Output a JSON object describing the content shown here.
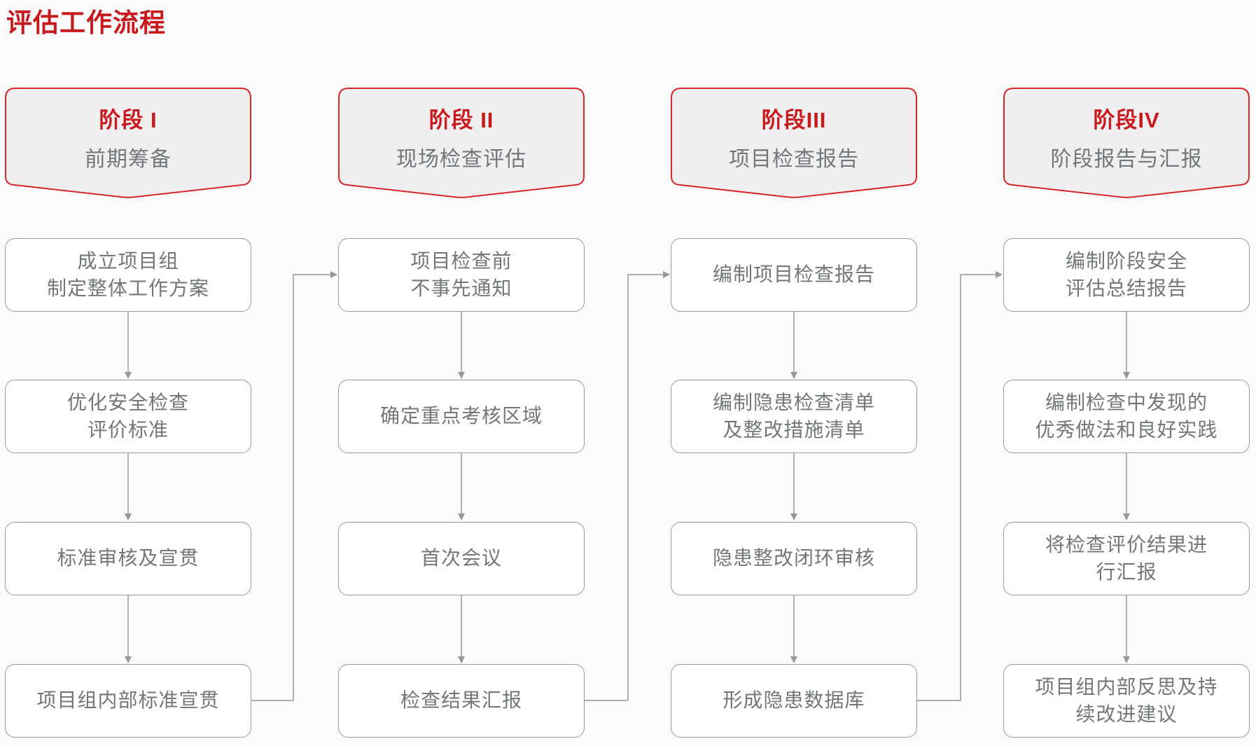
{
  "page": {
    "title": "评估工作流程"
  },
  "colors": {
    "accent_red": "#c8191f",
    "banner_border": "#d7262c",
    "banner_fill": "#efefef",
    "box_border": "#9a9a9d",
    "text_gray": "#757679",
    "arrow_gray": "#98989b",
    "background": "#fbfbfb",
    "box_fill": "#ffffff"
  },
  "stages": [
    {
      "title": "阶段 I",
      "subtitle": "前期筹备",
      "steps": [
        "成立项目组\n制定整体工作方案",
        "优化安全检查\n评价标准",
        "标准审核及宣贯",
        "项目组内部标准宣贯"
      ]
    },
    {
      "title": "阶段 II",
      "subtitle": "现场检查评估",
      "steps": [
        "项目检查前\n不事先通知",
        "确定重点考核区域",
        "首次会议",
        "检查结果汇报"
      ]
    },
    {
      "title": "阶段III",
      "subtitle": "项目检查报告",
      "steps": [
        "编制项目检查报告",
        "编制隐患检查清单\n及整改措施清单",
        "隐患整改闭环审核",
        "形成隐患数据库"
      ]
    },
    {
      "title": "阶段IV",
      "subtitle": "阶段报告与汇报",
      "steps": [
        "编制阶段安全\n评估总结报告",
        "编制检查中发现的\n优秀做法和良好实践",
        "将检查评价结果进\n行汇报",
        "项目组内部反思及持\n续改进建议"
      ]
    }
  ]
}
